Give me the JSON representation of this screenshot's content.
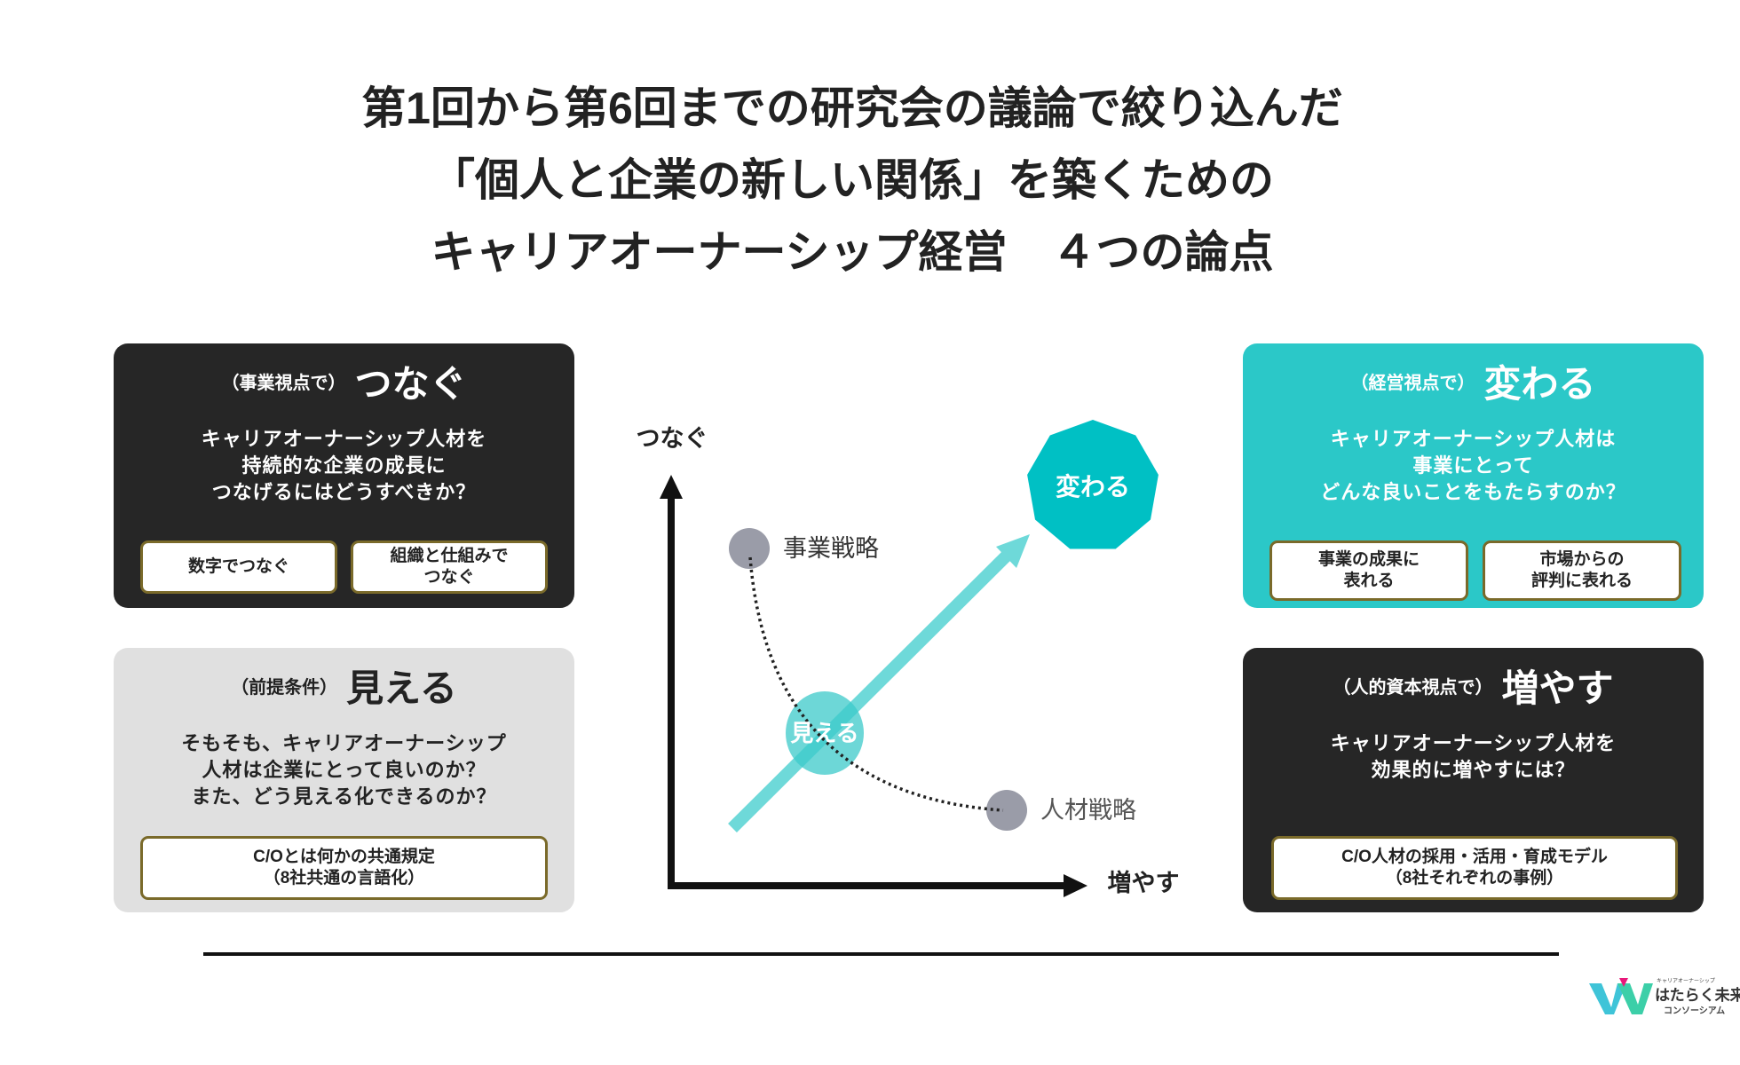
{
  "title": {
    "lines": [
      "第1回から第6回までの研究会の議論で絞り込んだ",
      "「個人と企業の新しい関係」を築くための",
      "キャリアオーナーシップ経営　４つの論点"
    ]
  },
  "boxes": {
    "tsunagu": {
      "sub": "（事業視点で）",
      "main": "つなぐ",
      "body": [
        "キャリアオーナーシップ人材を",
        "持続的な企業の成長に",
        "つなげるにはどうすべきか？"
      ],
      "buttons": [
        [
          "数字でつなぐ"
        ],
        [
          "組織と仕組みで",
          "つなぐ"
        ]
      ]
    },
    "mieru": {
      "sub": "（前提条件）",
      "main": "見える",
      "body": [
        "そもそも、キャリアオーナーシップ",
        "人材は企業にとって良いのか？",
        "また、どう見える化できるのか？"
      ],
      "buttons": [
        [
          "C/Oとは何かの共通規定",
          "（8社共通の言語化）"
        ]
      ]
    },
    "kawaru": {
      "sub": "（経営視点で）",
      "main": "変わる",
      "body": [
        "キャリアオーナーシップ人材は",
        "事業にとって",
        "どんな良いことをもたらすのか？"
      ],
      "buttons": [
        [
          "事業の成果に",
          "表れる"
        ],
        [
          "市場からの",
          "評判に表れる"
        ]
      ]
    },
    "fuyasu": {
      "sub": "（人的資本視点で）",
      "main": "増やす",
      "body": [
        "キャリアオーナーシップ人材を",
        "効果的に増やすには？"
      ],
      "buttons": [
        [
          "C/O人材の採用・活用・育成モデル",
          "（8社それぞれの事例）"
        ]
      ]
    }
  },
  "diagram": {
    "y_axis_label": "つなぐ",
    "x_axis_label": "増やす",
    "point_business": "事業戦略",
    "point_talent": "人材戦略",
    "center_label": "見える",
    "goal_label": "変わる",
    "colors": {
      "teal": "#00c0c4",
      "arrow": "#6ed9d9",
      "point": "#9a9ca8"
    }
  },
  "logo": {
    "name": "はたらく未来",
    "sub": "コンソーシアム",
    "tagline": "キャリアオーナーシップ"
  }
}
